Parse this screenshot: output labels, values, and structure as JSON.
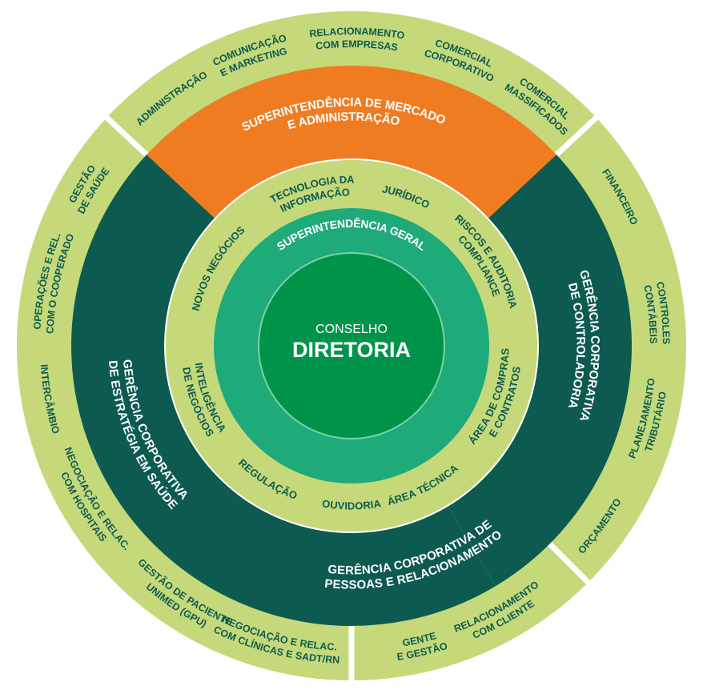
{
  "colors": {
    "outer_ring": "#c5d97a",
    "outer_ring_gap": "#ffffff",
    "band_dark": "#0d5a50",
    "band_orange": "#f07c22",
    "inner_ring": "#c5d97a",
    "superintendencia_ring": "#1faa7a",
    "center": "#00944b",
    "text_dark": "#0d5a50",
    "text_light": "#ffffff"
  },
  "center": {
    "top": "CONSELHO",
    "main": "DIRETORIA"
  },
  "superintendencia_geral": "SUPERINTENDÊNCIA GERAL",
  "bands": {
    "mercado": [
      "SUPERINTENDÊNCIA DE MERCADO",
      "E ADMINISTRAÇÃO"
    ],
    "controladoria": [
      "GERÊNCIA CORPORATIVA",
      "DE CONTROLADORIA"
    ],
    "pessoas": [
      "GERÊNCIA CORPORATIVA DE",
      "PESSOAS E RELACIONAMENTO"
    ],
    "estrategia": [
      "GERÊNCIA CORPORATIVA",
      "DE ESTRATÉGIA EM SAÚDE"
    ]
  },
  "inner_items": {
    "tecnologia": [
      "TECNOLOGIA DA",
      "INFORMAÇÃO"
    ],
    "juridico": [
      "JURÍDICO"
    ],
    "riscos": [
      "RISCOS E AUDITORIA",
      "COMPLIANCE"
    ],
    "compras": [
      "ÁREA DE COMPRAS",
      "E CONTRATOS"
    ],
    "area_tecnica": [
      "ÁREA TÉCNICA"
    ],
    "ouvidoria": [
      "OUVIDORIA"
    ],
    "regulacao": [
      "REGULAÇÃO"
    ],
    "inteligencia": [
      "INTELIGÊNCIA",
      "DE NEGÓCIOS"
    ],
    "novos_negocios": [
      "NOVOS NEGÓCIOS"
    ]
  },
  "outer_items": {
    "administracao": [
      "ADMINISTRAÇÃO"
    ],
    "comunicacao": [
      "COMUNICAÇÃO",
      "E MARKETING"
    ],
    "relacionamento_empresas": [
      "RELACIONAMENTO",
      "COM EMPRESAS"
    ],
    "comercial_corporativo": [
      "COMERCIAL",
      "CORPORATIVO"
    ],
    "comercial_massificados": [
      "COMERCIAL",
      "MASSIFICADOS"
    ],
    "financeiro": [
      "FINANCEIRO"
    ],
    "controles_contabeis": [
      "CONTROLES",
      "CONTÁBEIS"
    ],
    "planejamento_tributario": [
      "PLANEJAMENTO",
      "TRIBUTÁRIO"
    ],
    "orcamento": [
      "ORÇAMENTO"
    ],
    "relacionamento_cliente": [
      "RELACIONAMENTO",
      "COM CLIENTE"
    ],
    "gente_gestao": [
      "GENTE",
      "E GESTÃO"
    ],
    "negociacao_clinicas": [
      "NEGOCIAÇÃO E RELAC.",
      "COM CLÍNICAS E SADT/RN"
    ],
    "gestao_paciente": [
      "GESTÃO DE PACIENTE",
      "UNIMED (GPU)"
    ],
    "negociacao_hospitais": [
      "NEGOCIAÇÃO E RELAC.",
      "COM HOSPITAIS"
    ],
    "intercambio": [
      "INTERCÂMBIO"
    ],
    "operacoes": [
      "OPERAÇÕES E REL.",
      "COM O COOPERADO"
    ],
    "gestao_saude": [
      "GESTÃO",
      "DE SAÚDE"
    ]
  }
}
